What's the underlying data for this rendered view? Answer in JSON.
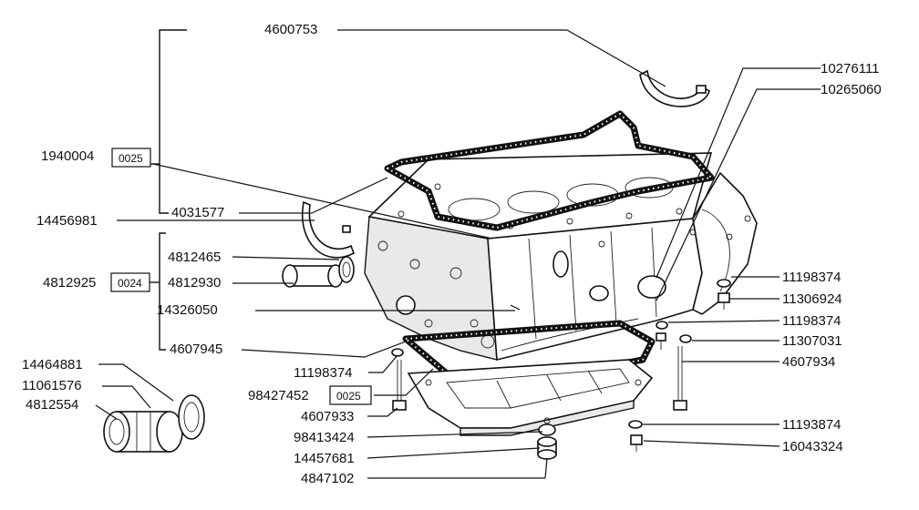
{
  "labels": {
    "p4600753": "4600753",
    "p10276111": "10276111",
    "p10265060": "10265060",
    "p1940004": "1940004",
    "p1940004_box": "0025",
    "p4031577": "4031577",
    "p14456981": "14456981",
    "p4812465": "4812465",
    "p4812925": "4812925",
    "p4812925_box": "0024",
    "p4812930": "4812930",
    "p14326050": "14326050",
    "p4607945": "4607945",
    "p11198374_a": "11198374",
    "p11306924": "11306924",
    "p11198374_b": "11198374",
    "p11307031": "11307031",
    "p4607934": "4607934",
    "p11198374_c": "11198374",
    "p98427452": "98427452",
    "p98427452_box": "0025",
    "p4607933": "4607933",
    "p98413424": "98413424",
    "p14457681": "14457681",
    "p4847102": "4847102",
    "p11193874": "11193874",
    "p16043324": "16043324",
    "p14464881": "14464881",
    "p11061576": "11061576",
    "p4812554": "4812554"
  },
  "icons": [
    "engine-block-drawing",
    "oil-pan-drawing",
    "gasket-drawing",
    "bearing-cap-drawing",
    "bushing-drawing",
    "bolt-drawing",
    "washer-drawing",
    "drain-plug-drawing"
  ]
}
